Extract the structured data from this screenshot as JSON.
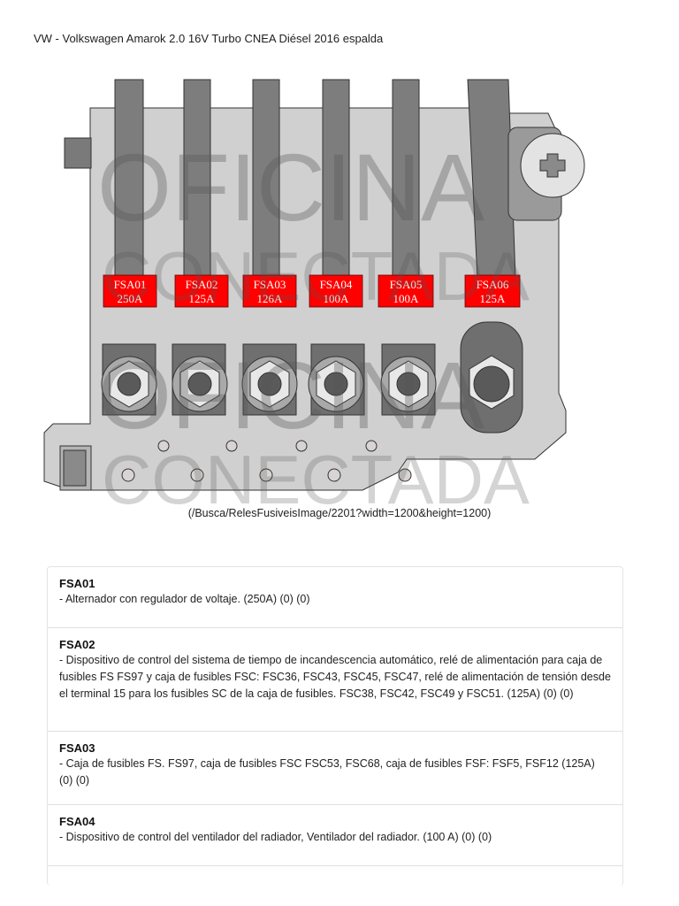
{
  "page": {
    "title": "VW - Volkswagen Amarok 2.0 16V Turbo CNEA Diésel 2016 espalda"
  },
  "diagram": {
    "caption": "(/Busca/RelesFusiveisImage/2201?width=1200&height=1200)",
    "watermark_line1": "OFICINA",
    "watermark_line2": "CONECTADA",
    "fuse_color": "#ff0000",
    "fuses": [
      {
        "id": "FSA01",
        "rating": "250A"
      },
      {
        "id": "FSA02",
        "rating": "125A"
      },
      {
        "id": "FSA03",
        "rating": "126A"
      },
      {
        "id": "FSA04",
        "rating": "100A"
      },
      {
        "id": "FSA05",
        "rating": "100A"
      },
      {
        "id": "FSA06",
        "rating": "125A"
      }
    ]
  },
  "fuse_list": [
    {
      "title": "FSA01",
      "description": "- Alternador con regulador de voltaje. (250A) (0) (0)"
    },
    {
      "title": "FSA02",
      "description": "- Dispositivo de control del sistema de tiempo de incandescencia automático, relé de alimentación para caja de fusibles FS FS97 y caja de fusibles FSC: FSC36, FSC43, FSC45, FSC47, relé de alimentación de tensión desde el terminal 15 para los fusibles SC de la caja de fusibles. FSC38, FSC42, FSC49 y FSC51. (125A) (0) (0)"
    },
    {
      "title": "FSA03",
      "description": "- Caja de fusibles FS. FS97, caja de fusibles FSC FSC53, FSC68, caja de fusibles FSF: FSF5, FSF12 (125A) (0) (0)"
    },
    {
      "title": "FSA04",
      "description": "- Dispositivo de control del ventilador del radiador, Ventilador del radiador. (100 A) (0) (0)"
    }
  ]
}
